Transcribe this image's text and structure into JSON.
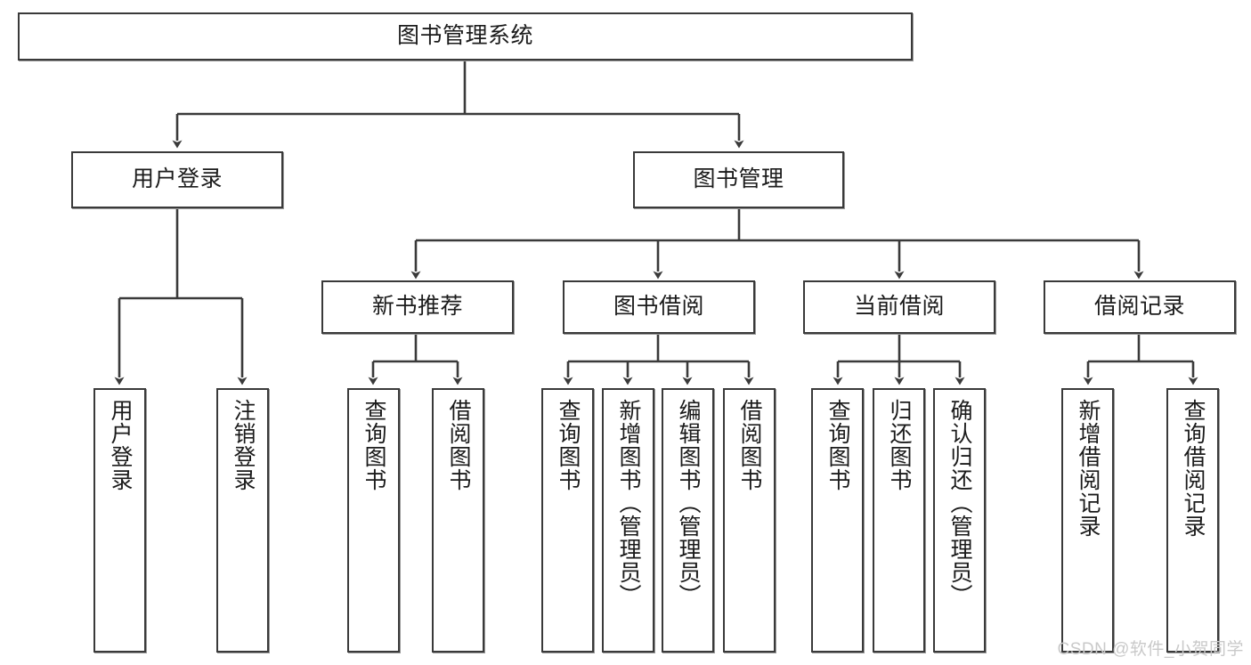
{
  "diagram": {
    "title": "图书管理系统",
    "type": "功能结构图",
    "stroke_color": "#3a3a3a",
    "node_fill": "#ffffff",
    "text_color": "#1b1b1b",
    "watermark": "CSDN @软件_小贺同学",
    "levels": {
      "root": {
        "label": "图书管理系统"
      },
      "level2": [
        {
          "label": "用户登录"
        },
        {
          "label": "图书管理"
        }
      ],
      "level3": [
        {
          "label": "新书推荐"
        },
        {
          "label": "图书借阅"
        },
        {
          "label": "当前借阅"
        },
        {
          "label": "借阅记录"
        }
      ],
      "leaves": {
        "user_login": [
          {
            "label": "用户登录"
          },
          {
            "label": "注销登录"
          }
        ],
        "new_book_recommend": [
          {
            "label": "查询图书"
          },
          {
            "label": "借阅图书"
          }
        ],
        "book_borrow": [
          {
            "label": "查询图书"
          },
          {
            "label": "新增图书（管理员）"
          },
          {
            "label": "编辑图书（管理员）"
          },
          {
            "label": "借阅图书"
          }
        ],
        "current_borrow": [
          {
            "label": "查询图书"
          },
          {
            "label": "归还图书"
          },
          {
            "label": "确认归还（管理员）"
          }
        ],
        "borrow_record": [
          {
            "label": "新增借阅记录"
          },
          {
            "label": "查询借阅记录"
          }
        ]
      }
    }
  }
}
